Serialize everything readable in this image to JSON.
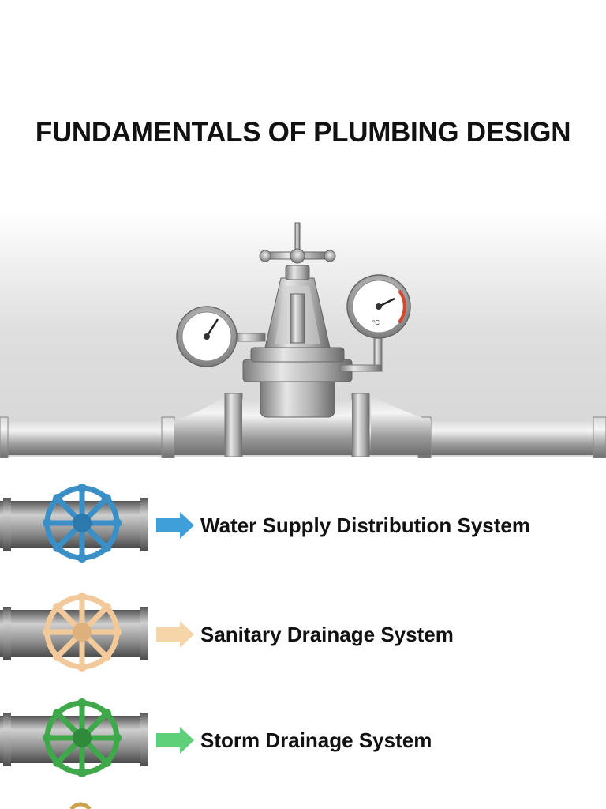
{
  "title": "FUNDAMENTALS OF PLUMBING DESIGN",
  "hero": {
    "icons": [
      "pressure-gauge-icon",
      "valve-handle-icon",
      "thermometer-gauge-icon",
      "pipe-icon"
    ],
    "thermometer_unit": "°C"
  },
  "systems": [
    {
      "label": "Water Supply Distribution System",
      "color": "#3a8fc6",
      "arrow_color": "#3f9fd8",
      "icon": "blue-valve-wheel-icon"
    },
    {
      "label": "Sanitary Drainage System",
      "color": "#f2c99a",
      "arrow_color": "#f6d6a8",
      "icon": "tan-valve-wheel-icon"
    },
    {
      "label": "Storm Drainage System",
      "color": "#3fa84a",
      "arrow_color": "#5fd07a",
      "icon": "green-valve-wheel-icon"
    }
  ],
  "colors": {
    "pipe": "#a9a9a9",
    "background_band": "#d9d9d9"
  }
}
